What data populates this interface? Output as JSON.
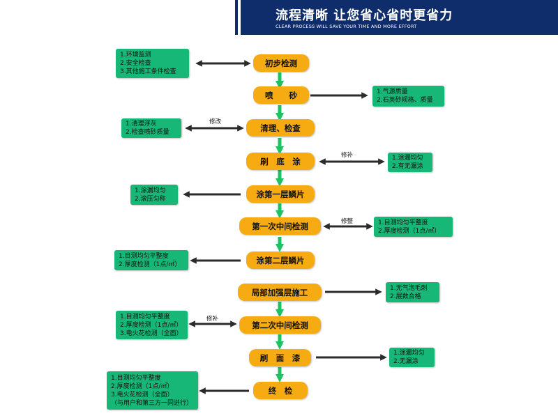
{
  "header": {
    "title": "流程清晰 让您省心省时更省力",
    "subtitle": "CLEAR PROCESS WILL SAVE YOUR TIME AND MORE EFFORT"
  },
  "steps": [
    "初步检测",
    "喷　　砂",
    "清理、检查",
    "刷　底　涂",
    "涂第一层鳞片",
    "第一次中间检测",
    "涂第二层鳞片",
    "局部加强层施工",
    "第二次中间检测",
    "刷　面　漆",
    "终　检"
  ],
  "notes": [
    [
      "1.环境监测",
      "2.安全检查",
      "3.其他施工条件检查"
    ],
    [
      "1.气源质量",
      "2.石英砂规格、质量"
    ],
    [
      "1.清理浮灰",
      "2.检查喷砂质量"
    ],
    [
      "1.涂漏均匀",
      "2.有无漏涂"
    ],
    [
      "1.涂漏均匀",
      "2.滚压匀称"
    ],
    [
      "1.目测均匀平整度",
      "2.厚度检测（1点/㎡）"
    ],
    [
      "1.目测均匀平整度",
      "2.厚度检测（1点/㎡）"
    ],
    [
      "1.无气泡毛刺",
      "2.层数合格"
    ],
    [
      "1.目测均匀平整度",
      "2.厚度检测（1点/㎡）",
      "3.电火花检测（全面）"
    ],
    [
      "1.涂漏均匀",
      "2.无漏涂"
    ],
    [
      "1.目测均匀平整度",
      "2.厚度检测（1点/㎡）",
      "3.电火花检测（全面）",
      "（与用户和第三方一同进行）"
    ]
  ],
  "labels": [
    "修改",
    "修补",
    "修整",
    "修补"
  ],
  "colors": {
    "header_bg": "#0f2c6b",
    "step_fill": "#f6ab12",
    "note_fill": "#17b777",
    "flow_arrow": "#1fc163",
    "side_arrow": "#2b2b2b"
  }
}
